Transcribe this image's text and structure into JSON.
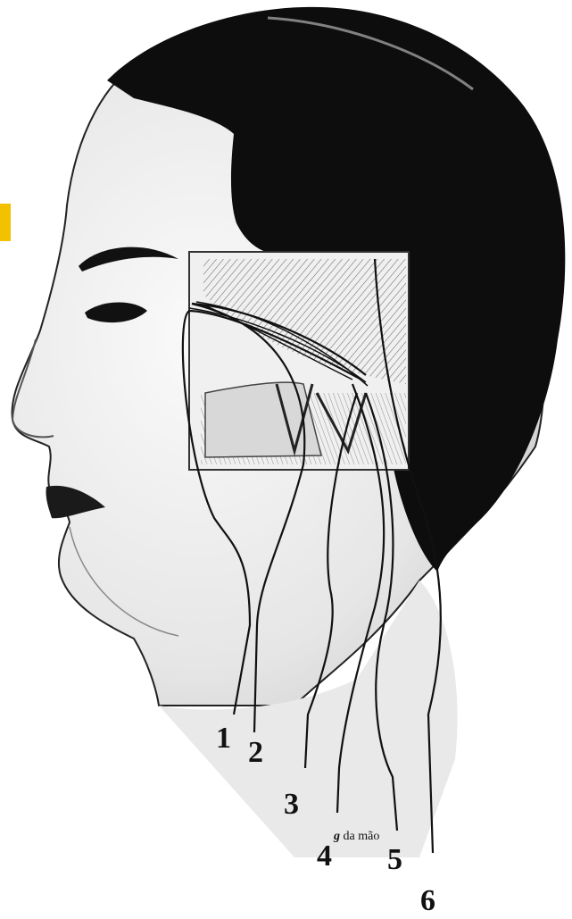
{
  "labels": {
    "l1": "1",
    "l2": "2",
    "l3": "3",
    "l4": "4",
    "l5": "5",
    "l6": "6"
  },
  "caption": {
    "prefix": "g",
    "text": " da mão"
  },
  "colors": {
    "ink": "#111111",
    "hair": "#0d0d0d",
    "skin_shade": "#cfcfcf",
    "accent_tab": "#f2c200"
  }
}
